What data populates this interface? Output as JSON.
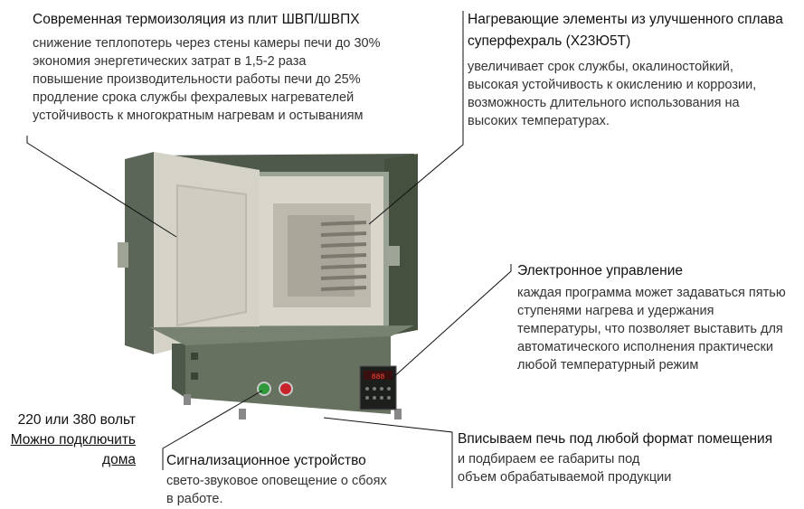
{
  "insulation": {
    "title": "Современная термоизоляция из плит ШВП/ШВПХ",
    "lines": [
      "снижение теплопотерь через стены камеры печи до 30%",
      "экономия энергетических затрат в 1,5-2 раза",
      "повышение производительности работы печи до 25%",
      "продление срока службы фехралевых нагревателей",
      "устойчивость к многократным нагревам и остываниям"
    ]
  },
  "heating": {
    "title_lines": [
      "Нагревающие элементы из улучшенного сплава",
      "суперфехраль (Х23Ю5Т)"
    ],
    "lines": [
      "увеличивает срок службы, окалиностойкий,",
      "высокая устойчивость к окислению и коррозии,",
      "возможность длительного использования на",
      "высоких температурах."
    ]
  },
  "control": {
    "title": "Электронное управление",
    "lines": [
      "каждая программа может задаваться пятью",
      "ступенями нагрева и удержания",
      "температуры, что позволяет выставить для",
      "автоматического исполнения практически",
      "любой температурный режим"
    ]
  },
  "power": {
    "line1": "220 или 380 вольт",
    "line2": "Можно подключить",
    "line3": "дома"
  },
  "alarm": {
    "title": "Сигнализационное устройство",
    "lines": [
      "свето-звуковое оповещение о сбоях",
      "в работе."
    ]
  },
  "format": {
    "title": "Вписываем печь под любой формат помещения",
    "lines": [
      "и подбираем ее габариты под",
      "объем обрабатываемой продукции"
    ]
  },
  "controller": {
    "display": "888"
  },
  "colors": {
    "body": "#5f6b5c",
    "insulation": "#d8d5cb",
    "lamp_green": "#2e9a3a",
    "lamp_red": "#c8232b"
  }
}
